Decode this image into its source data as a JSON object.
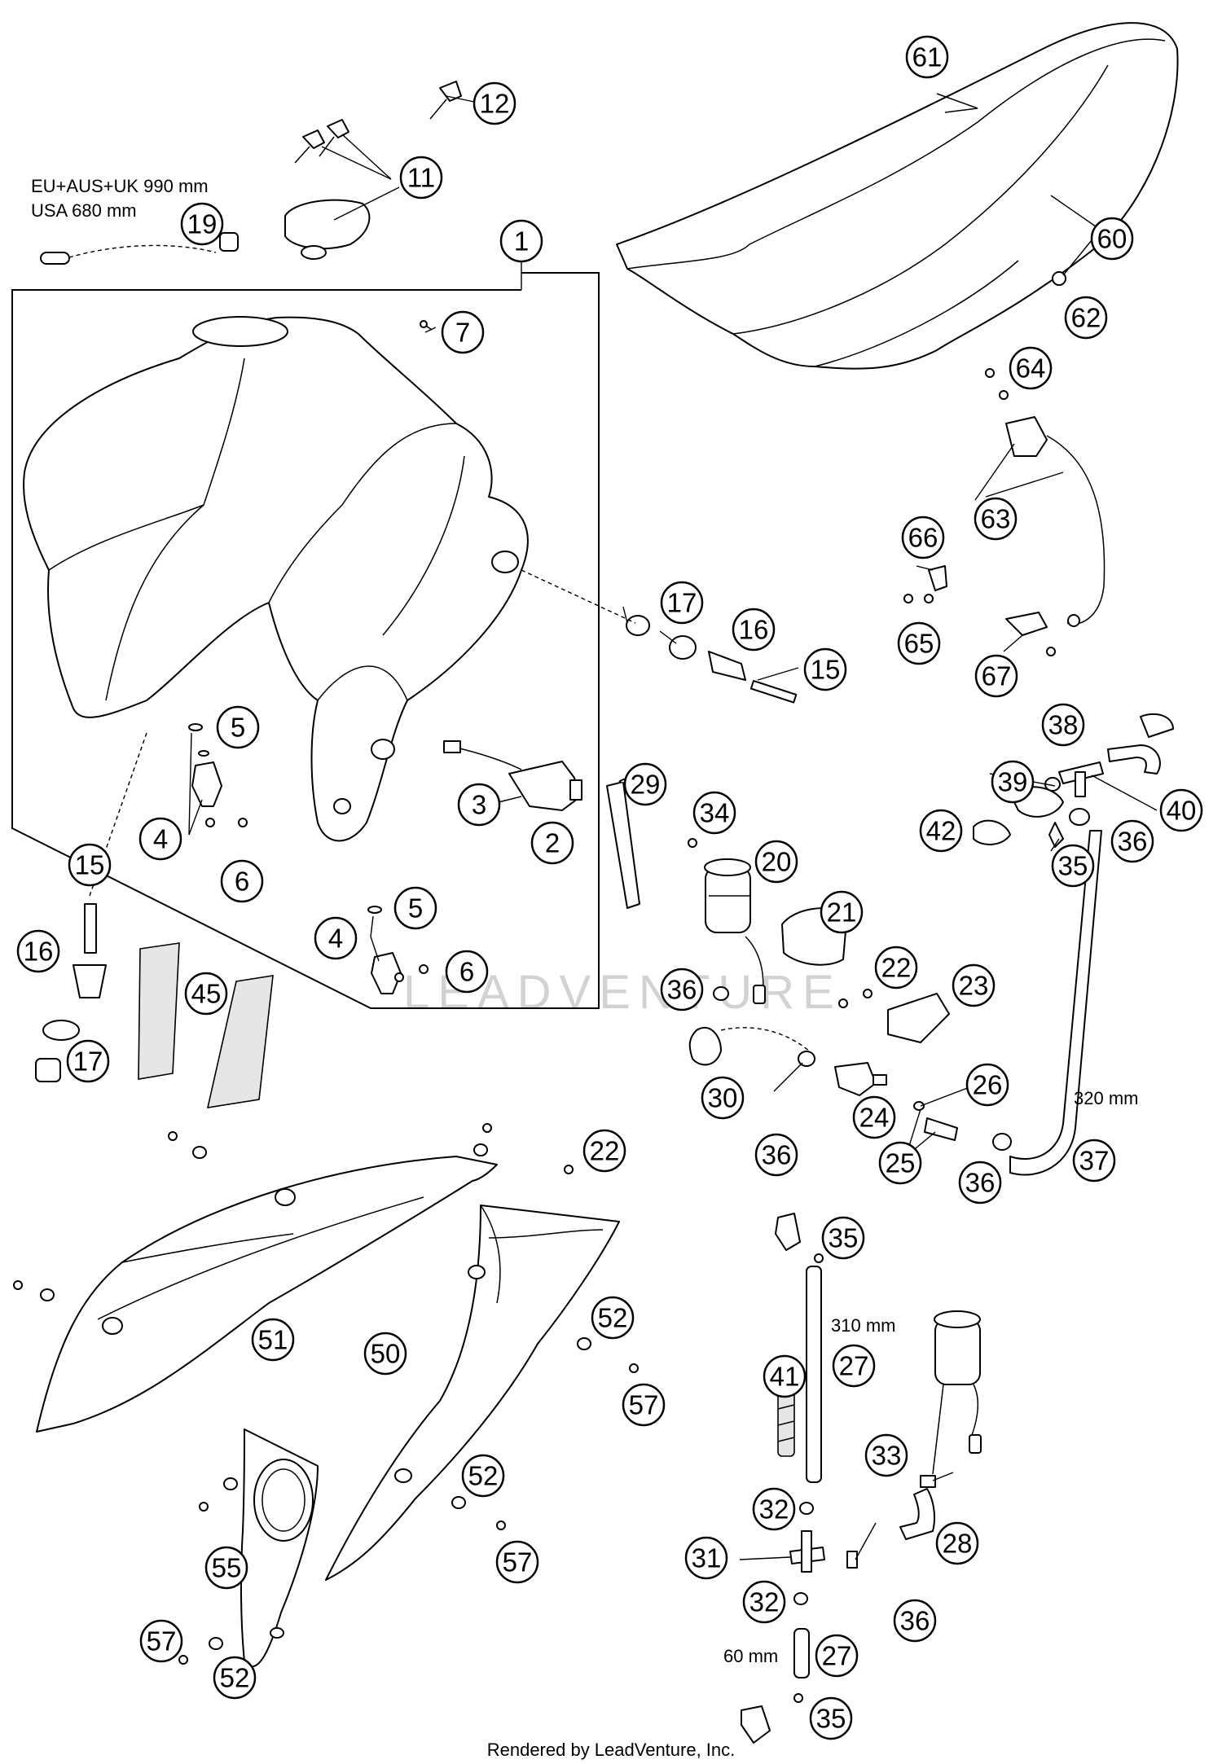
{
  "notes": {
    "cable_length_eu": "EU+AUS+UK 990 mm",
    "cable_length_usa": "USA 680 mm",
    "hose_length_320": "320 mm",
    "hose_length_310": "310 mm",
    "hose_length_60": "60 mm"
  },
  "watermark": "LEADVENTURE",
  "footer": "Rendered by LeadVenture, Inc.",
  "callouts": [
    {
      "id": "c1",
      "number": "1"
    },
    {
      "id": "c2",
      "number": "2"
    },
    {
      "id": "c3",
      "number": "3"
    },
    {
      "id": "c4a",
      "number": "4"
    },
    {
      "id": "c4b",
      "number": "4"
    },
    {
      "id": "c5a",
      "number": "5"
    },
    {
      "id": "c5b",
      "number": "5"
    },
    {
      "id": "c6a",
      "number": "6"
    },
    {
      "id": "c6b",
      "number": "6"
    },
    {
      "id": "c7",
      "number": "7"
    },
    {
      "id": "c11",
      "number": "11"
    },
    {
      "id": "c12",
      "number": "12"
    },
    {
      "id": "c15a",
      "number": "15"
    },
    {
      "id": "c15b",
      "number": "15"
    },
    {
      "id": "c16a",
      "number": "16"
    },
    {
      "id": "c16b",
      "number": "16"
    },
    {
      "id": "c17a",
      "number": "17"
    },
    {
      "id": "c17b",
      "number": "17"
    },
    {
      "id": "c19",
      "number": "19"
    },
    {
      "id": "c20",
      "number": "20"
    },
    {
      "id": "c21",
      "number": "21"
    },
    {
      "id": "c22a",
      "number": "22"
    },
    {
      "id": "c22b",
      "number": "22"
    },
    {
      "id": "c23",
      "number": "23"
    },
    {
      "id": "c24",
      "number": "24"
    },
    {
      "id": "c25",
      "number": "25"
    },
    {
      "id": "c26",
      "number": "26"
    },
    {
      "id": "c27a",
      "number": "27"
    },
    {
      "id": "c27b",
      "number": "27"
    },
    {
      "id": "c28",
      "number": "28"
    },
    {
      "id": "c29",
      "number": "29"
    },
    {
      "id": "c30",
      "number": "30"
    },
    {
      "id": "c31",
      "number": "31"
    },
    {
      "id": "c32a",
      "number": "32"
    },
    {
      "id": "c32b",
      "number": "32"
    },
    {
      "id": "c33",
      "number": "33"
    },
    {
      "id": "c34",
      "number": "34"
    },
    {
      "id": "c35a",
      "number": "35"
    },
    {
      "id": "c35b",
      "number": "35"
    },
    {
      "id": "c35c",
      "number": "35"
    },
    {
      "id": "c36a",
      "number": "36"
    },
    {
      "id": "c36b",
      "number": "36"
    },
    {
      "id": "c36c",
      "number": "36"
    },
    {
      "id": "c36d",
      "number": "36"
    },
    {
      "id": "c36e",
      "number": "36"
    },
    {
      "id": "c37",
      "number": "37"
    },
    {
      "id": "c38",
      "number": "38"
    },
    {
      "id": "c39",
      "number": "39"
    },
    {
      "id": "c40",
      "number": "40"
    },
    {
      "id": "c41",
      "number": "41"
    },
    {
      "id": "c42",
      "number": "42"
    },
    {
      "id": "c45",
      "number": "45"
    },
    {
      "id": "c50",
      "number": "50"
    },
    {
      "id": "c51",
      "number": "51"
    },
    {
      "id": "c52a",
      "number": "52"
    },
    {
      "id": "c52b",
      "number": "52"
    },
    {
      "id": "c52c",
      "number": "52"
    },
    {
      "id": "c55",
      "number": "55"
    },
    {
      "id": "c57a",
      "number": "57"
    },
    {
      "id": "c57b",
      "number": "57"
    },
    {
      "id": "c57c",
      "number": "57"
    },
    {
      "id": "c60",
      "number": "60"
    },
    {
      "id": "c61",
      "number": "61"
    },
    {
      "id": "c62",
      "number": "62"
    },
    {
      "id": "c63",
      "number": "63"
    },
    {
      "id": "c64",
      "number": "64"
    },
    {
      "id": "c65",
      "number": "65"
    },
    {
      "id": "c66",
      "number": "66"
    },
    {
      "id": "c67",
      "number": "67"
    }
  ]
}
